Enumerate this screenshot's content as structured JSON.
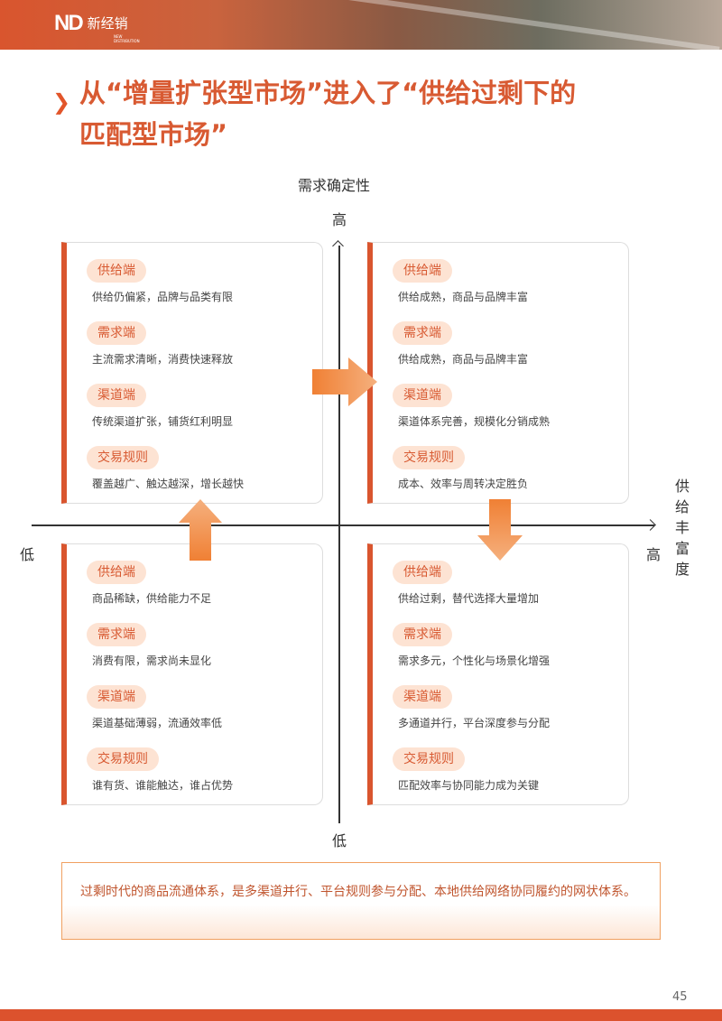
{
  "header": {
    "logo_mark": "ND",
    "logo_cn": "新经销",
    "logo_en": "NEW DISTRIBUTION"
  },
  "title": {
    "line1": "从“增量扩张型市场”进入了“供给过剩下的",
    "line2": "匹配型市场”"
  },
  "axes": {
    "y_title": "需求确定性",
    "y_high": "高",
    "y_low": "低",
    "x_title": "供给丰富度",
    "x_high": "高",
    "x_low": "低"
  },
  "quadrants": [
    {
      "id": "top-left",
      "items": [
        {
          "label": "供给端",
          "text": "供给仍偏紧，品牌与品类有限"
        },
        {
          "label": "需求端",
          "text": "主流需求清晰，消费快速释放"
        },
        {
          "label": "渠道端",
          "text": "传统渠道扩张，铺货红利明显"
        },
        {
          "label": "交易规则",
          "text": "覆盖越广、触达越深，增长越快"
        }
      ]
    },
    {
      "id": "top-right",
      "items": [
        {
          "label": "供给端",
          "text": "供给成熟，商品与品牌丰富"
        },
        {
          "label": "需求端",
          "text": "供给成熟，商品与品牌丰富"
        },
        {
          "label": "渠道端",
          "text": "渠道体系完善，规模化分销成熟"
        },
        {
          "label": "交易规则",
          "text": "成本、效率与周转决定胜负"
        }
      ]
    },
    {
      "id": "bottom-left",
      "items": [
        {
          "label": "供给端",
          "text": "商品稀缺，供给能力不足"
        },
        {
          "label": "需求端",
          "text": "消费有限，需求尚未显化"
        },
        {
          "label": "渠道端",
          "text": "渠道基础薄弱，流通效率低"
        },
        {
          "label": "交易规则",
          "text": "谁有货、谁能触达，谁占优势"
        }
      ]
    },
    {
      "id": "bottom-right",
      "items": [
        {
          "label": "供给端",
          "text": "供给过剩，替代选择大量增加"
        },
        {
          "label": "需求端",
          "text": "需求多元，个性化与场景化增强"
        },
        {
          "label": "渠道端",
          "text": "多通道并行，平台深度参与分配"
        },
        {
          "label": "交易规则",
          "text": "匹配效率与协同能力成为关键"
        }
      ]
    }
  ],
  "conclusion": "过剩时代的商品流通体系，是多渠道并行、平台规则参与分配、本地供给网络协同履约的网状体系。",
  "page_number": "45",
  "colors": {
    "accent": "#d9552e",
    "pill_bg": "#fde3d3",
    "arrow": "#f08a48"
  }
}
